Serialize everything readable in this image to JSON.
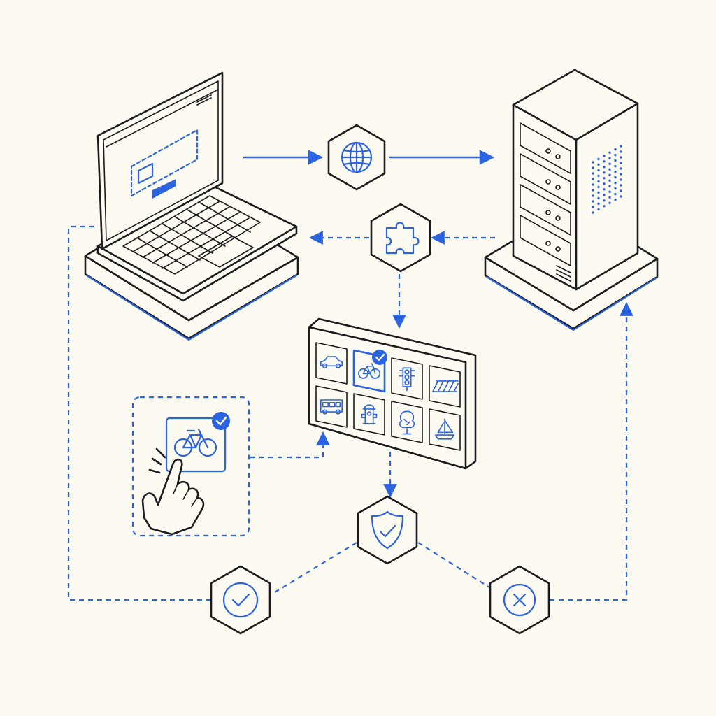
{
  "colors": {
    "background": "#fdfaf2",
    "ink": "#1c1c1e",
    "accent": "#2b63e0"
  },
  "nodes": {
    "client_laptop": {
      "icon": "laptop-icon"
    },
    "server": {
      "icon": "server-rack-icon"
    },
    "network": {
      "icon": "globe-icon"
    },
    "plugin": {
      "icon": "puzzle-piece-icon"
    },
    "challenge_grid": {
      "icon": "image-grid-icon",
      "tiles": [
        {
          "icon": "car-icon",
          "selected": false
        },
        {
          "icon": "bicycle-icon",
          "selected": true
        },
        {
          "icon": "traffic-light-icon",
          "selected": false
        },
        {
          "icon": "crosswalk-icon",
          "selected": false
        },
        {
          "icon": "bus-icon",
          "selected": false
        },
        {
          "icon": "fire-hydrant-icon",
          "selected": false
        },
        {
          "icon": "tree-icon",
          "selected": false
        },
        {
          "icon": "sailboat-icon",
          "selected": false
        }
      ]
    },
    "user_selection": {
      "icon": "hand-tap-bicycle-icon"
    },
    "verification": {
      "icon": "shield-check-icon"
    },
    "success": {
      "icon": "check-circle-icon"
    },
    "failure": {
      "icon": "x-circle-icon"
    }
  },
  "connectors": [
    {
      "from": "client_laptop",
      "to": "network",
      "style": "solid"
    },
    {
      "from": "network",
      "to": "server",
      "style": "solid"
    },
    {
      "from": "server",
      "to": "plugin",
      "style": "dashed"
    },
    {
      "from": "plugin",
      "to": "client_laptop",
      "style": "dashed"
    },
    {
      "from": "plugin",
      "to": "challenge_grid",
      "style": "dashed"
    },
    {
      "from": "user_selection",
      "to": "challenge_grid",
      "style": "dashed"
    },
    {
      "from": "challenge_grid",
      "to": "verification",
      "style": "dashed"
    },
    {
      "from": "verification",
      "to": "success",
      "style": "dashed"
    },
    {
      "from": "verification",
      "to": "failure",
      "style": "dashed"
    },
    {
      "from": "success",
      "to": "client_laptop",
      "style": "dashed"
    },
    {
      "from": "failure",
      "to": "server",
      "style": "dashed"
    }
  ]
}
